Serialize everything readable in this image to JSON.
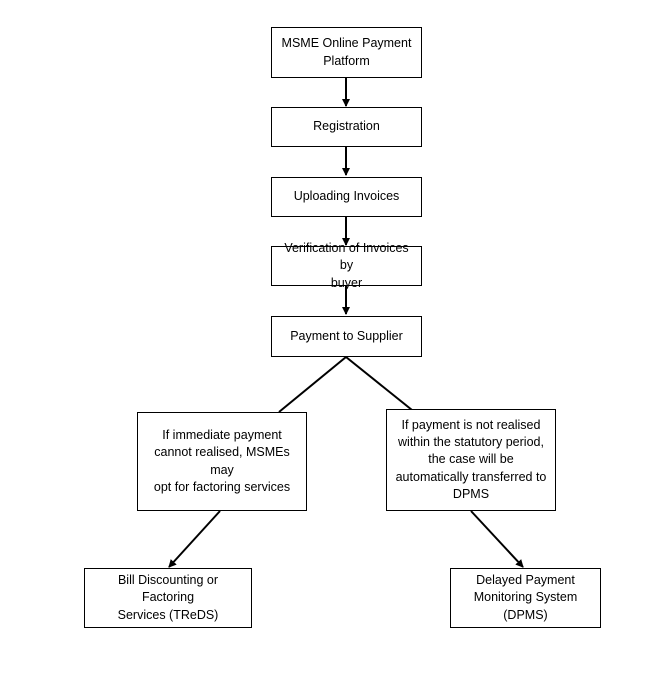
{
  "diagram": {
    "nodes": {
      "platform": "MSME Online Payment\nPlatform",
      "registration": "Registration",
      "uploading": "Uploading Invoices",
      "verification": "Verification of Invoices by\nbuyer",
      "payment": "Payment to Supplier",
      "immediate": "If immediate payment\ncannot realised, MSMEs may\nopt for factoring services",
      "statutory": "If payment is not realised\nwithin the statutory period,\nthe case will be\nautomatically transferred to\nDPMS",
      "treds": "Bill Discounting or Factoring\nServices (TReDS)",
      "dpms": "Delayed Payment\nMonitoring System\n(DPMS)"
    },
    "colors": {
      "line": "#000000",
      "box_border": "#000000",
      "background": "#ffffff"
    }
  }
}
